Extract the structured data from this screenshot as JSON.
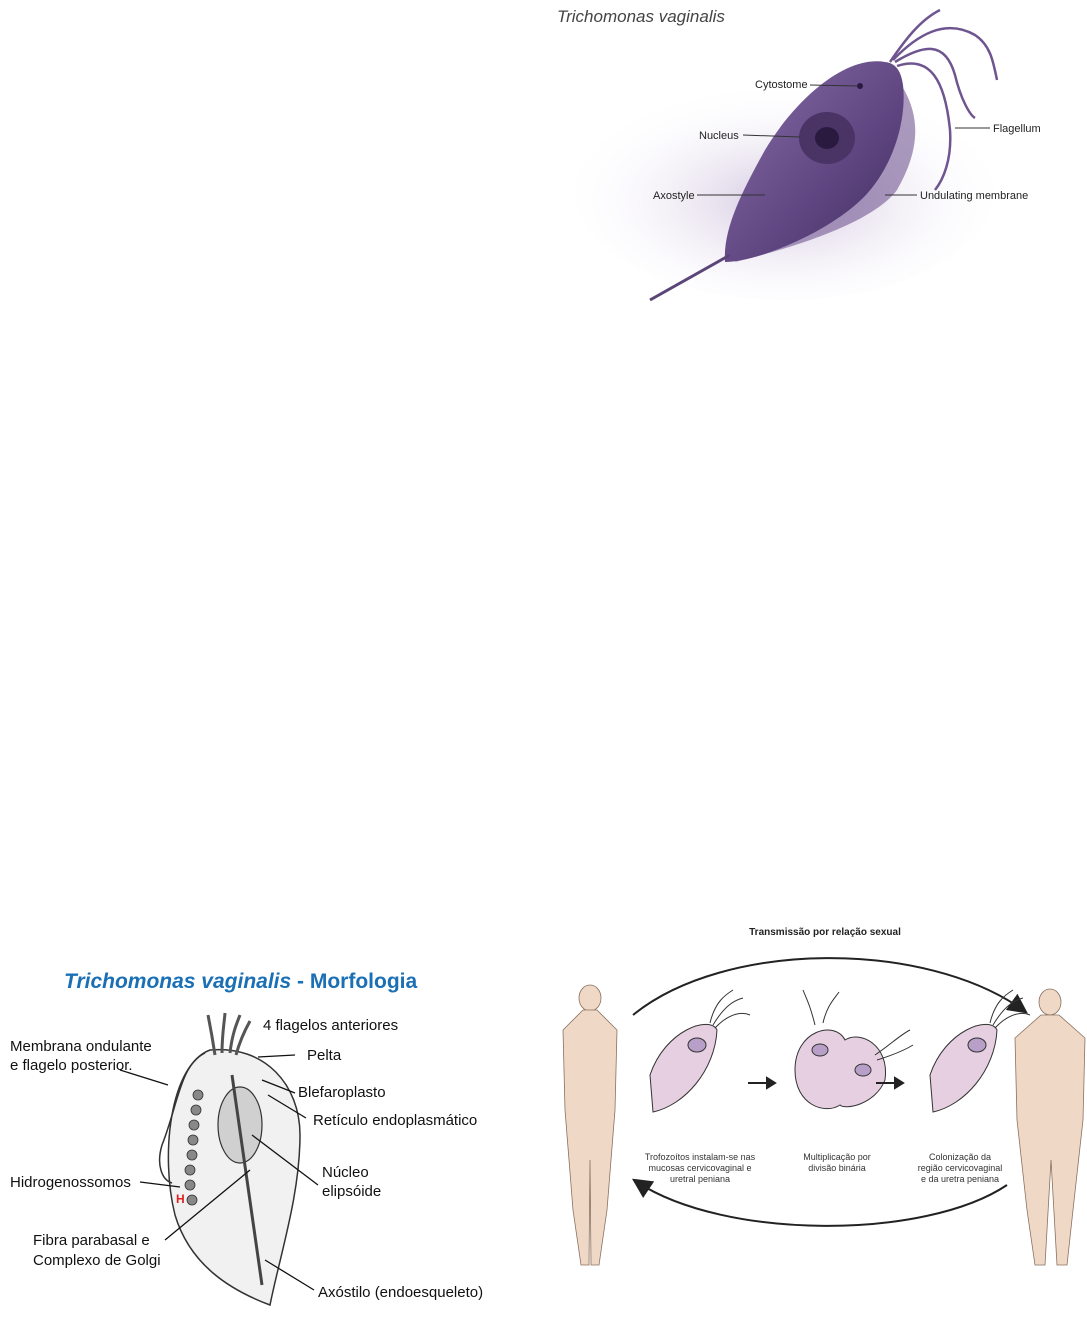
{
  "top_diagram": {
    "title": "Trichomonas vaginalis",
    "labels": {
      "cytostome": "Cytostome",
      "nucleus": "Nucleus",
      "flagellum": "Flagellum",
      "axostyle": "Axostyle",
      "undulating_membrane": "Undulating membrane"
    },
    "colors": {
      "body": "#6b4f8a",
      "halo": "#d9cde6"
    }
  },
  "morphology_diagram": {
    "title_italic": "Trichomonas vaginalis",
    "title_rest": " - Morfologia",
    "labels": {
      "flagelos": "4 flagelos anteriores",
      "membrana_1": "Membrana ondulante",
      "membrana_2": "e flagelo posterior.",
      "pelta": "Pelta",
      "blefaroplasto": "Blefaroplasto",
      "reticulo": "Retículo endoplasmático",
      "hidrogenossomos": "Hidrogenossomos",
      "nucleo_1": "Núcleo",
      "nucleo_2": "elipsóide",
      "fibra_1": "Fibra parabasal e",
      "fibra_2": "Complexo de Golgi",
      "axostilo": "Axóstilo (endoesqueleto)"
    },
    "colors": {
      "title": "#1a6fb5",
      "marker": "#e02020"
    }
  },
  "transmission_diagram": {
    "title": "Transmissão por relação sexual",
    "steps": [
      {
        "line1": "Trofozoítos instalam-se nas",
        "line2": "mucosas cervicovaginal e",
        "line3": "uretral peniana"
      },
      {
        "line1": "Multiplicação por",
        "line2": "divisão binária",
        "line3": ""
      },
      {
        "line1": "Colonização da",
        "line2": "região cervicovaginal",
        "line3": "e da uretra peniana"
      }
    ],
    "colors": {
      "skin": "#efd9c6",
      "cell": "#e6cfe0"
    }
  }
}
